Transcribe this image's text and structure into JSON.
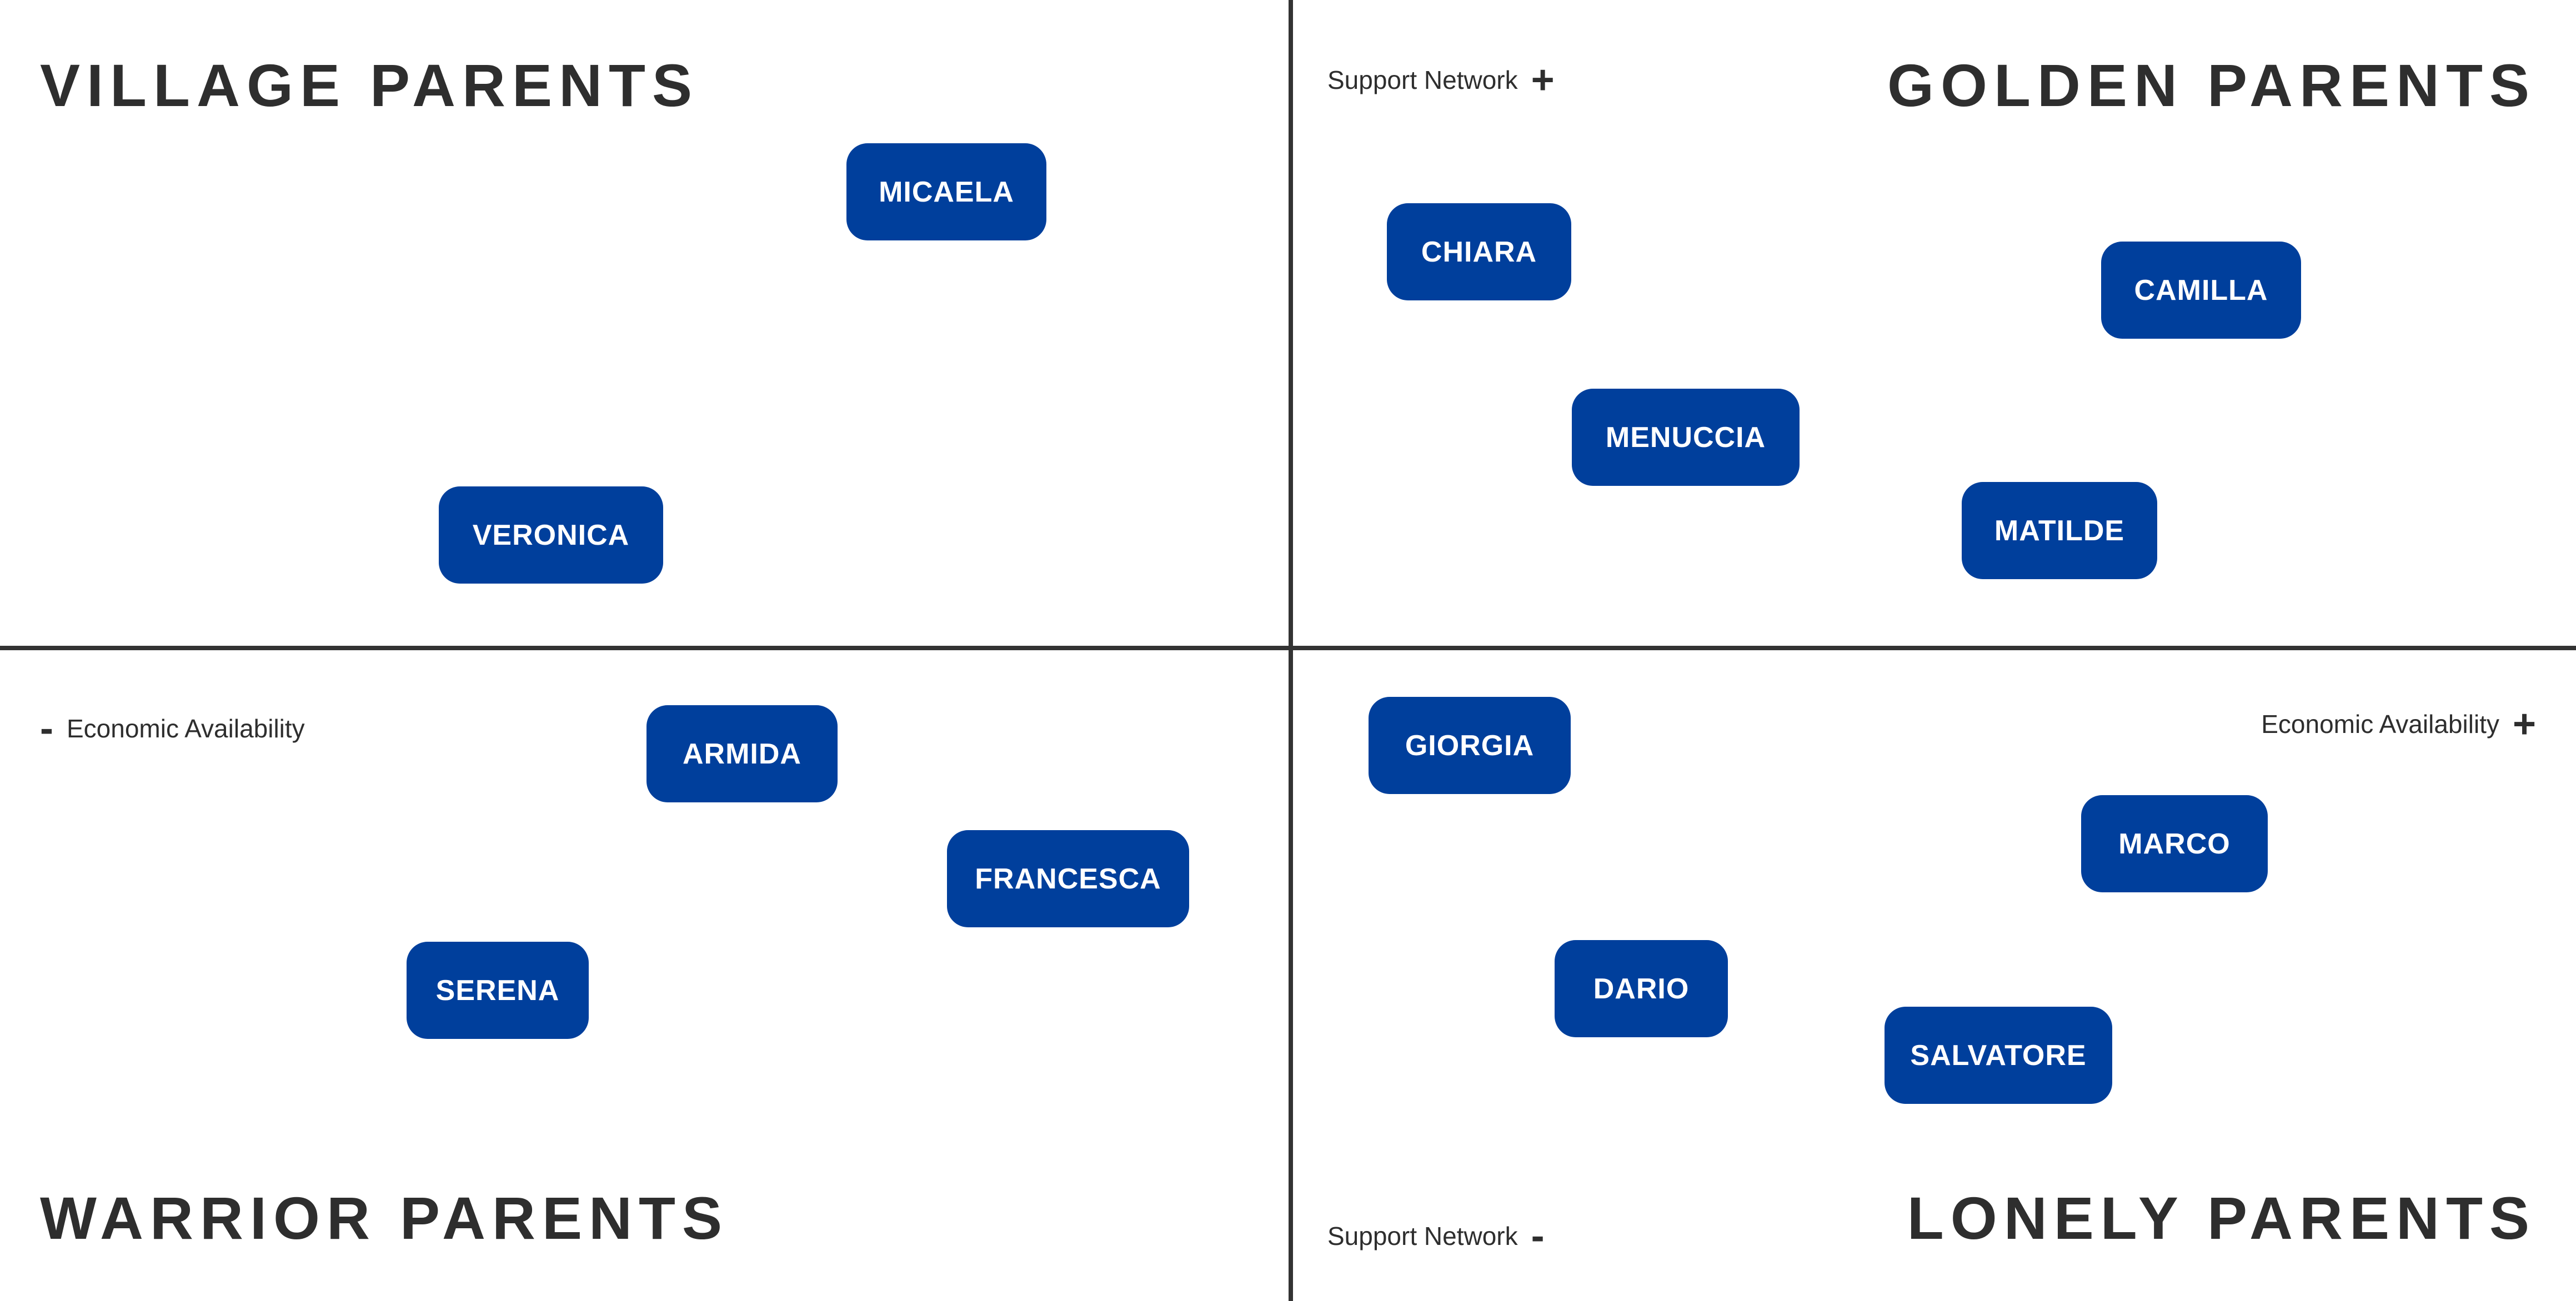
{
  "quadrants": {
    "top_left": "VILLAGE PARENTS",
    "top_right": "GOLDEN PARENTS",
    "bottom_left": "WARRIOR PARENTS",
    "bottom_right": "LONELY PARENTS"
  },
  "axes": {
    "vertical": {
      "label": "Support Network",
      "top_sign": "+",
      "bottom_sign": "-"
    },
    "horizontal": {
      "label": "Economic Availability",
      "left_sign": "-",
      "right_sign": "+"
    }
  },
  "colors": {
    "tag_background": "#003f9c",
    "tag_text": "#ffffff",
    "axis": "#333333",
    "text": "#2e2e2e"
  },
  "people": {
    "micaela": "MICAELA",
    "veronica": "VERONICA",
    "chiara": "CHIARA",
    "camilla": "CAMILLA",
    "menuccia": "MENUCCIA",
    "matilde": "MATILDE",
    "armida": "ARMIDA",
    "francesca": "FRANCESCA",
    "serena": "SERENA",
    "giorgia": "GIORGIA",
    "marco": "MARCO",
    "dario": "DARIO",
    "salvatore": "SALVATORE"
  }
}
